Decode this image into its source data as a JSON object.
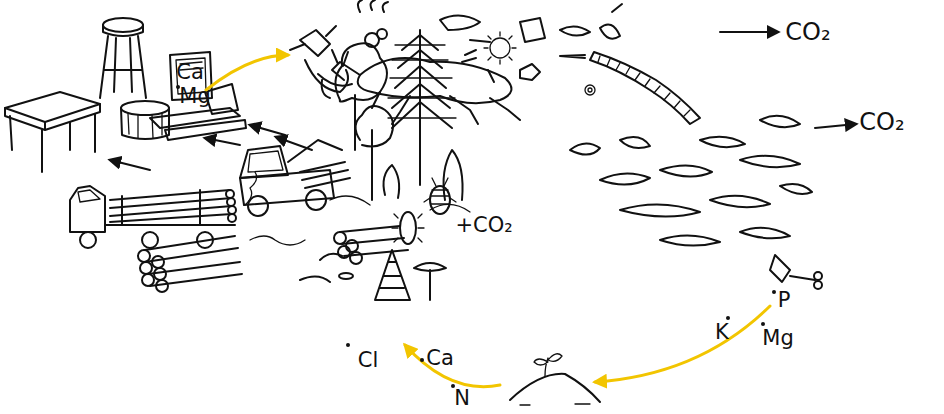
{
  "diagram": {
    "labels": [
      "Ca",
      "Mg",
      "CO₂",
      "CO₂",
      "P",
      "K",
      "Mg",
      "Cl",
      "Ca",
      "N",
      "+CO₂"
    ]
  }
}
